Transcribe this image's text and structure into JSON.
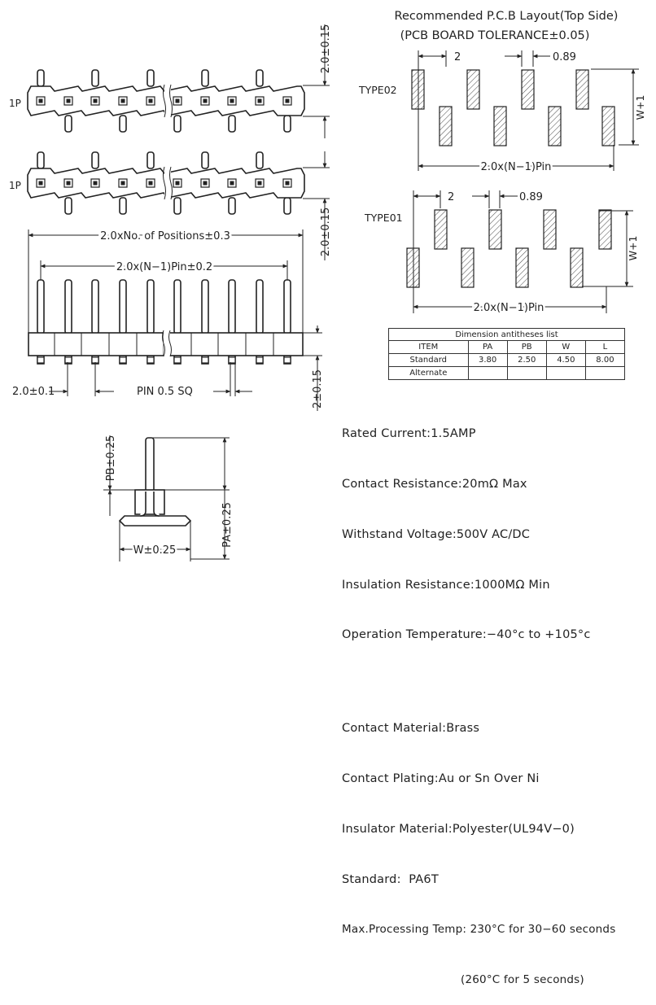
{
  "pcb_layout": {
    "title_line1": "Recommended P.C.B Layout(Top Side)",
    "title_line2": "(PCB BOARD TOLERANCE±0.05)",
    "type02": {
      "label": "TYPE02",
      "pitch": "2",
      "pad_width": "0.89",
      "row_offset": "W+1",
      "span": "2.0x(N−1)Pin"
    },
    "type01": {
      "label": "TYPE01",
      "pitch": "2",
      "pad_width": "0.89",
      "row_offset": "W+1",
      "span": "2.0x(N−1)Pin"
    }
  },
  "drawing": {
    "label_1p_top": "1P",
    "label_1p_bottom": "1P",
    "height_top": "2.0±0.15",
    "height_side": "2.0±0.15",
    "overall_length": "2.0xNo. of Positions±0.3",
    "pin_span": "2.0x(N−1)Pin±0.2",
    "pitch": "2.0±0.1",
    "pin_size": "PIN 0.5 SQ",
    "pin_height": "2±0.15",
    "pb": "PB±0.25",
    "pa": "PA±0.25",
    "w": "W±0.25"
  },
  "table": {
    "caption": "Dimension antitheses list",
    "headers": [
      "ITEM",
      "PA",
      "PB",
      "W",
      "L"
    ],
    "rows": [
      [
        "Standard",
        "3.80",
        "2.50",
        "4.50",
        "8.00"
      ],
      [
        "Alternate",
        "",
        "",
        "",
        ""
      ]
    ]
  },
  "specs": {
    "rated_current": "Rated Current:1.5AMP",
    "contact_resistance": "Contact Resistance:20mΩ Max",
    "withstand_voltage": "Withstand Voltage:500V AC/DC",
    "insulation_resistance": "Insulation Resistance:1000MΩ Min",
    "operation_temp": "Operation Temperature:−40°c to +105°c",
    "contact_material": "Contact Material:Brass",
    "contact_plating": "Contact Plating:Au or Sn Over Ni",
    "insulator_material": "Insulator Material:Polyester(UL94V−0)",
    "standard": "Standard:  PA6T",
    "max_processing_temp": "Max.Processing Temp: 230°C for 30−60 seconds",
    "max_processing_temp_2": "(260°C for 5 seconds)"
  }
}
